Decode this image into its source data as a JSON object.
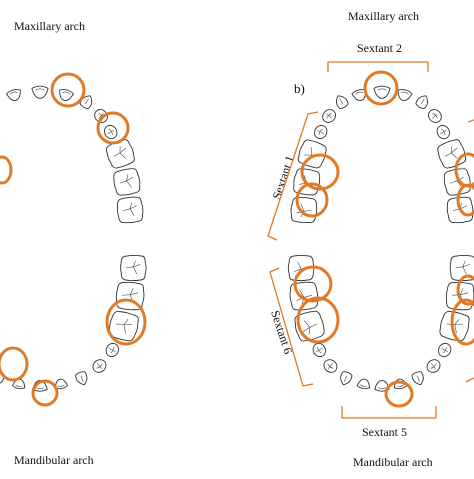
{
  "left_panel": {
    "top_label": "Maxillary arch",
    "bottom_label": "Mandibular arch"
  },
  "right_panel": {
    "panel_label": "b)",
    "top_label": "Maxillary arch",
    "bottom_label": "Mandibular arch",
    "sextants": {
      "s1": "Sextant 1",
      "s2": "Sextant 2",
      "s5": "Sextant 5",
      "s6": "Sextant 6"
    }
  },
  "colors": {
    "highlight": "#e07a27",
    "outline": "#333333"
  },
  "icons": [
    "molar-tooth-icon",
    "premolar-tooth-icon",
    "incisor-tooth-icon",
    "canine-tooth-icon"
  ]
}
